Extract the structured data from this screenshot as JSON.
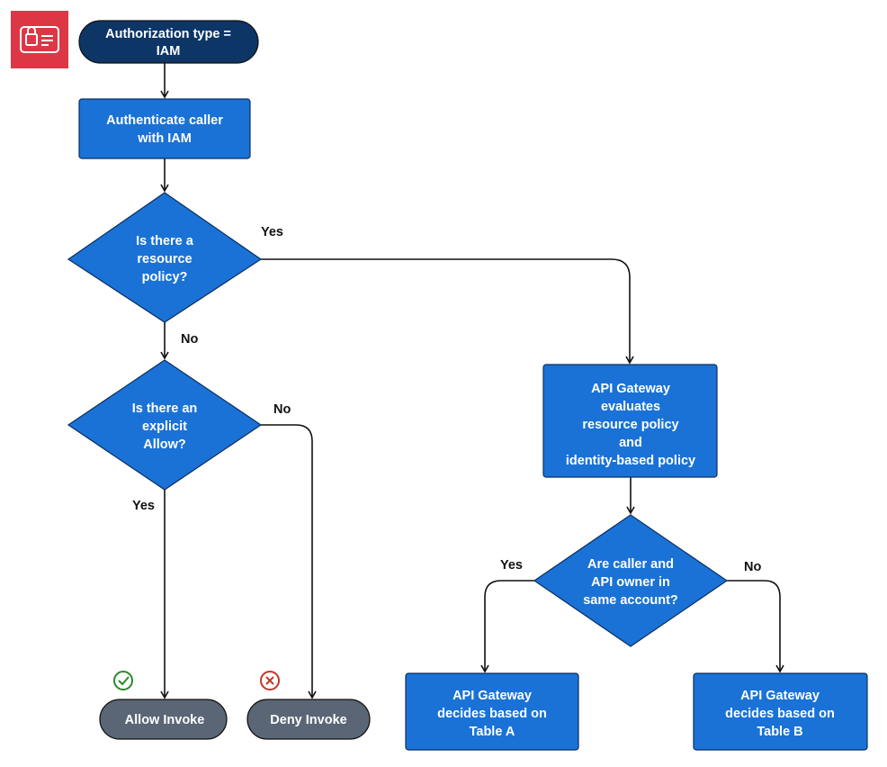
{
  "colors": {
    "box_fill": "#1a72d6",
    "box_stroke": "#0a2f5e",
    "start_fill": "#0d3566",
    "terminal_fill": "#5a6675",
    "arrow": "#111111",
    "allow_icon": "#2a8a2a",
    "deny_icon": "#c0392b",
    "logo_bg": "#dd3745"
  },
  "icons": {
    "logo": "iam-lock-card-icon",
    "allow": "check-circle-icon",
    "deny": "x-circle-icon"
  },
  "nodes": {
    "start": [
      "Authorization type =",
      "IAM"
    ],
    "authenticate": [
      "Authenticate caller",
      "with IAM"
    ],
    "resource_policy_q": [
      "Is there a",
      "resource",
      "policy?"
    ],
    "explicit_allow_q": [
      "Is there an",
      "explicit",
      "Allow?"
    ],
    "evaluate": [
      "API Gateway",
      "evaluates",
      "resource policy",
      "and",
      "identity-based policy"
    ],
    "same_account_q": [
      "Are caller and",
      "API owner in",
      "same account?"
    ],
    "table_a": [
      "API Gateway",
      "decides based on",
      "Table A"
    ],
    "table_b": [
      "API Gateway",
      "decides based on",
      "Table B"
    ],
    "allow_invoke": [
      "Allow Invoke"
    ],
    "deny_invoke": [
      "Deny Invoke"
    ]
  },
  "edge_labels": {
    "resource_yes": "Yes",
    "resource_no": "No",
    "allow_no": "No",
    "allow_yes": "Yes",
    "account_yes": "Yes",
    "account_no": "No"
  }
}
